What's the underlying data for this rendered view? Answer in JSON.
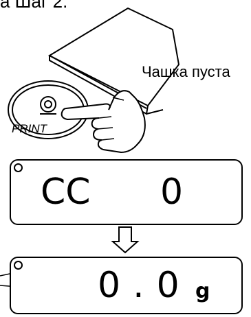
{
  "header": {
    "title_fragment": "а Шаг 2."
  },
  "scale": {
    "pan_label": "Чашка пуста"
  },
  "print_button": {
    "label": "PRINT",
    "icon": "tare-icon"
  },
  "display_before": {
    "mode_text": "CC",
    "value_text": "0"
  },
  "display_after": {
    "value_text": "0.0",
    "unit": "g"
  },
  "transition": {
    "icon": "down-arrow-icon"
  },
  "callout": {
    "icon": "pointer-callout"
  }
}
